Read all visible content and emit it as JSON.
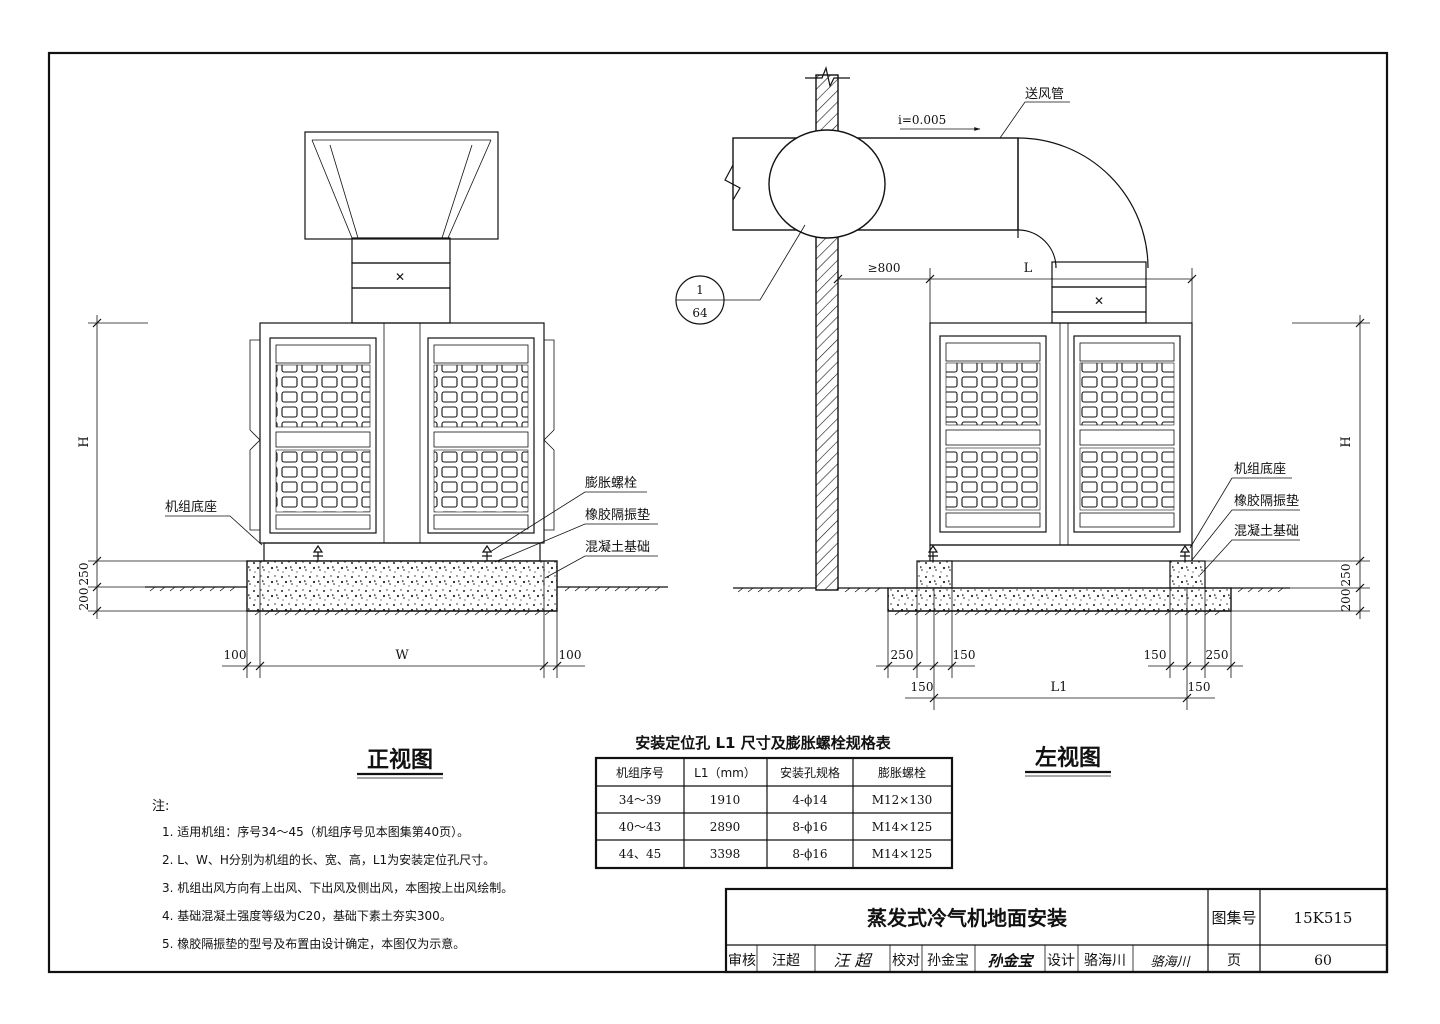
{
  "front_view": {
    "title": "正视图",
    "dim_h": "H",
    "dim_250": "250",
    "dim_200": "200",
    "dim_w": "W",
    "dim_100_left": "100",
    "dim_100_right": "100",
    "label_base": "机组底座",
    "label_bolt": "膨胀螺栓",
    "label_pad": "橡胶隔振垫",
    "label_foundation": "混凝土基础"
  },
  "side_view": {
    "title": "左视图",
    "label_duct": "送风管",
    "label_slope": "i=0.005",
    "callout_top": "1",
    "callout_bottom": "64",
    "dim_800": "≥800",
    "dim_l": "L",
    "dim_h": "H",
    "dim_250": "250",
    "dim_200": "200",
    "dim_l1": "L1",
    "dim_250_left": "250",
    "dim_150_left_a": "150",
    "dim_150_left_b": "150",
    "dim_150_right_a": "150",
    "dim_250_right": "250",
    "dim_150_right_b": "150",
    "label_base": "机组底座",
    "label_pad": "橡胶隔振垫",
    "label_foundation": "混凝土基础"
  },
  "table": {
    "title": "安装定位孔 L1 尺寸及膨胀螺栓规格表",
    "headers": [
      "机组序号",
      "L1（mm）",
      "安装孔规格",
      "膨胀螺栓"
    ],
    "rows": [
      [
        "34～39",
        "1910",
        "4-ϕ14",
        "M12×130"
      ],
      [
        "40～43",
        "2890",
        "8-ϕ16",
        "M14×125"
      ],
      [
        "44、45",
        "3398",
        "8-ϕ16",
        "M14×125"
      ]
    ]
  },
  "notes": {
    "heading": "注:",
    "items": [
      "1. 适用机组：序号34～45（机组序号见本图集第40页）。",
      "2. L、W、H分别为机组的长、宽、高，L1为安装定位孔尺寸。",
      "3. 机组出风方向有上出风、下出风及侧出风，本图按上出风绘制。",
      "4. 基础混凝土强度等级为C20，基础下素土夯实300。",
      "5. 橡胶隔振垫的型号及布置由设计确定，本图仅为示意。"
    ]
  },
  "title_block": {
    "drawing_title": "蒸发式冷气机地面安装",
    "atlas_label": "图集号",
    "atlas_no": "15K515",
    "review_label": "审核",
    "reviewer": "汪超",
    "reviewer_sig": "汪 超",
    "check_label": "校对",
    "checker": "孙金宝",
    "checker_sig": "孙金宝",
    "design_label": "设计",
    "designer": "骆海川",
    "designer_sig": "骆海川",
    "page_label": "页",
    "page_no": "60"
  }
}
